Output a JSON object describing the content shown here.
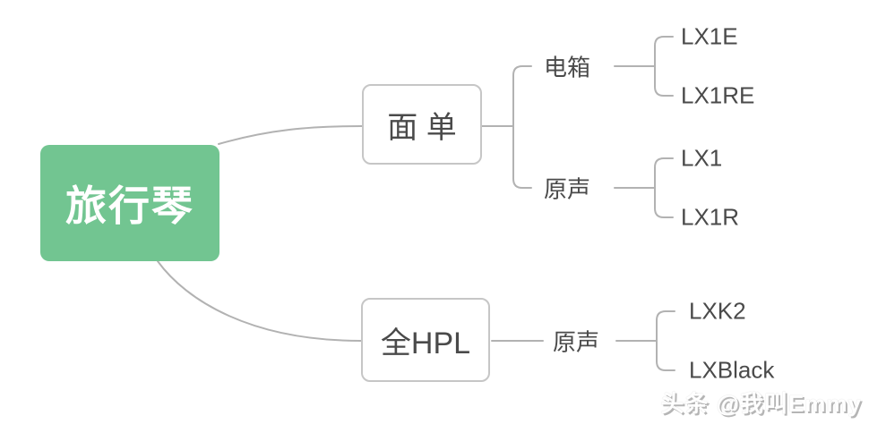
{
  "root": {
    "label": "旅行琴"
  },
  "tree": {
    "branches": [
      {
        "label": "面 单",
        "children": [
          {
            "label": "电箱",
            "children": [
              "LX1E",
              "LX1RE"
            ]
          },
          {
            "label": "原声",
            "children": [
              "LX1",
              "LX1R"
            ]
          }
        ]
      },
      {
        "label": "全HPL",
        "children": [
          {
            "label": "原声",
            "children": [
              "LXK2",
              "LXBlack"
            ]
          }
        ]
      }
    ]
  },
  "watermark": {
    "text": "头条 @我叫Emmy"
  },
  "colors": {
    "root_bg": "#72c591",
    "line_color": "#b2b2b2",
    "box_border": "#c6c6c6",
    "text_color": "#4a4a4a",
    "watermark_shadow": "#b5b5b5"
  }
}
